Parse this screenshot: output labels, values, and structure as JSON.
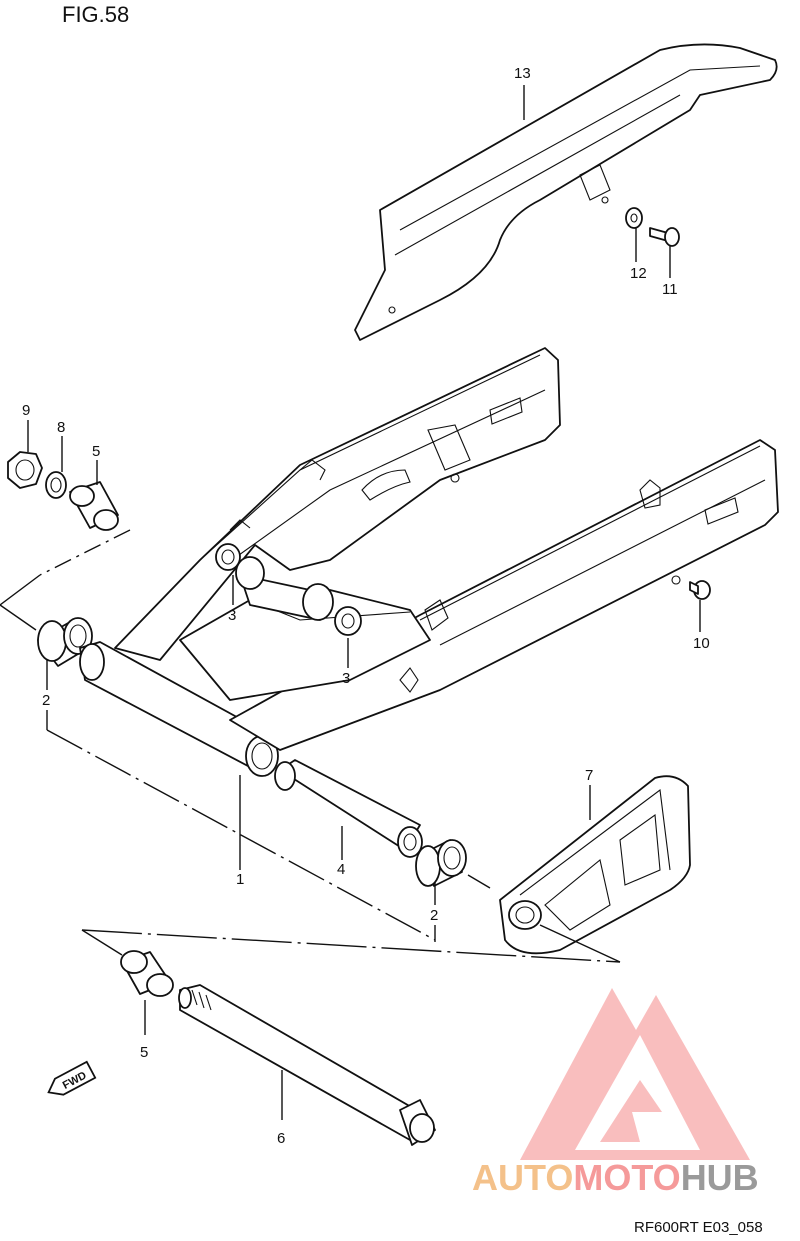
{
  "figure": {
    "title": "FIG.58",
    "code": "RF600RT E03_058"
  },
  "callouts": [
    "1",
    "2",
    "2",
    "3",
    "3",
    "4",
    "5",
    "5",
    "6",
    "7",
    "8",
    "9",
    "10",
    "11",
    "12",
    "13"
  ],
  "badge": {
    "text": "FWD"
  },
  "watermark": {
    "parts": [
      "AUTO",
      "MOTO",
      "HUB"
    ],
    "colors": [
      "#f4c18a",
      "#f59a9a",
      "#9a9a9a"
    ]
  }
}
